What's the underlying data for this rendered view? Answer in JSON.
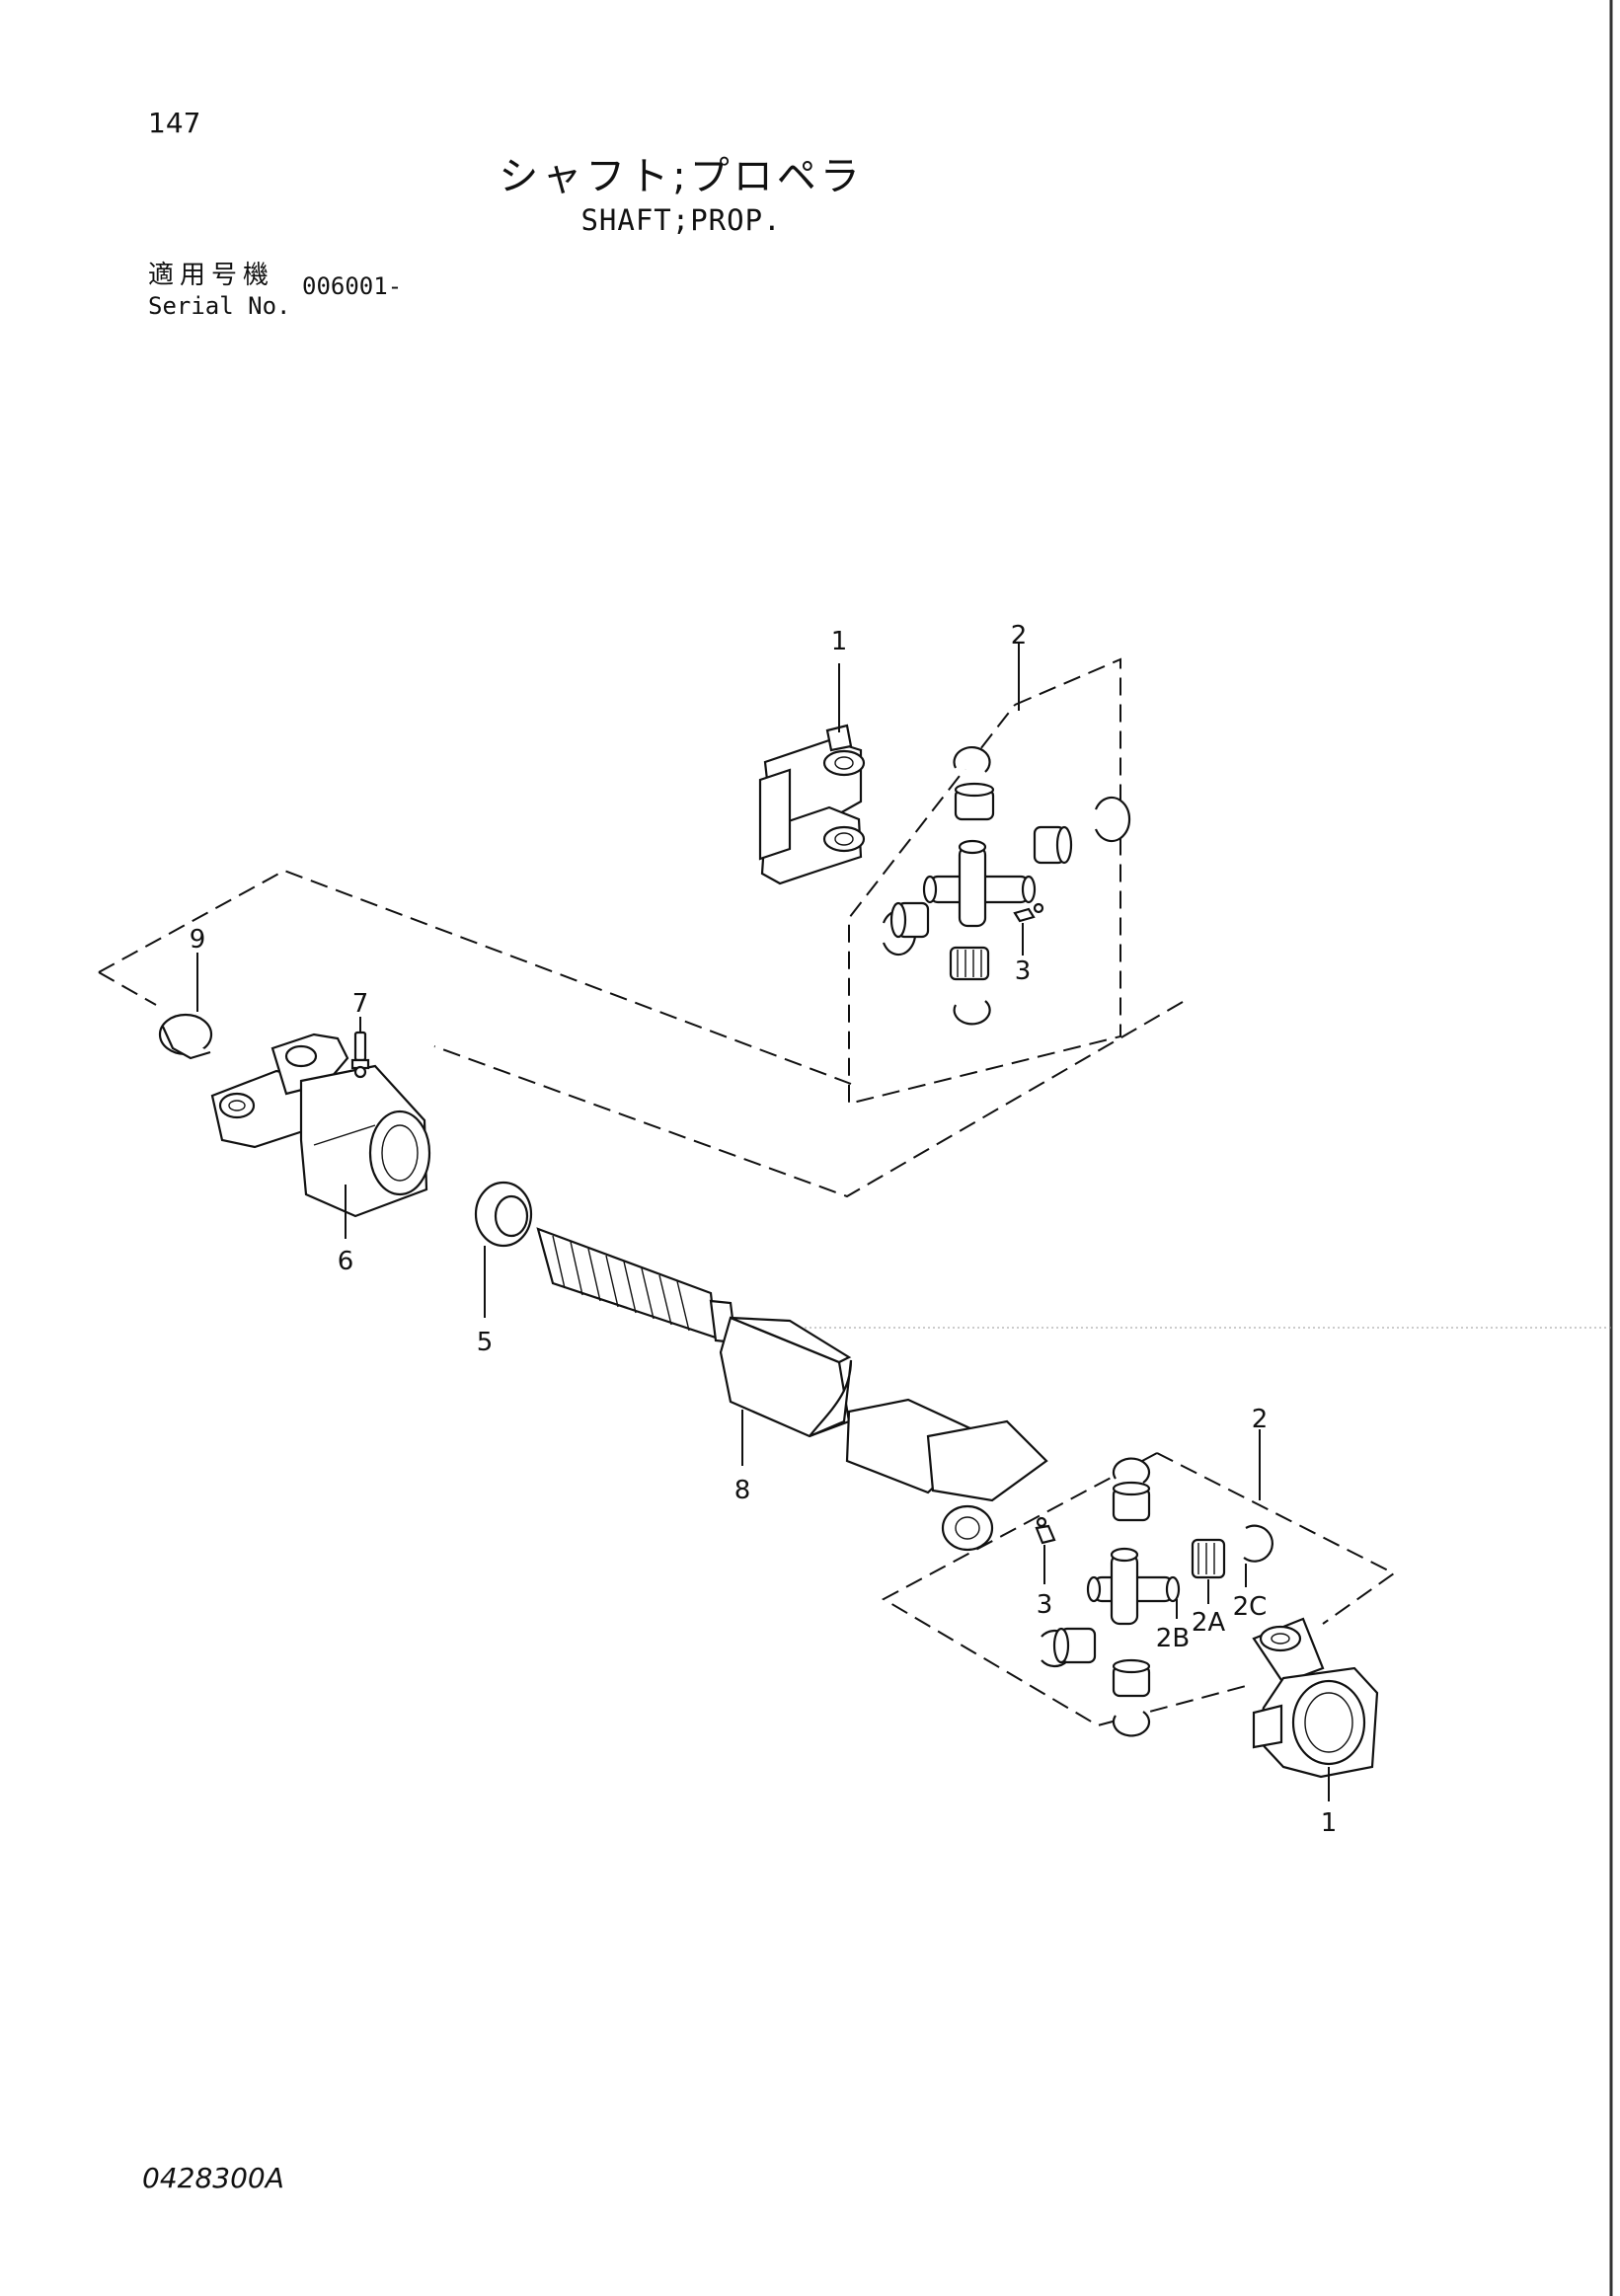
{
  "header": {
    "page_number": "147",
    "title_jp": "シャフト;プロペラ",
    "title_en": "SHAFT;PROP.",
    "serial_label_jp": "適用号機",
    "serial_label_en": "Serial No.",
    "serial_value": "006001-"
  },
  "callouts": {
    "c1_top": "1",
    "c2_top": "2",
    "c3_top": "3",
    "c9": "9",
    "c7": "7",
    "c6": "6",
    "c5": "5",
    "c8": "8",
    "c2_bottom": "2",
    "c3_bottom": "3",
    "c2b": "2B",
    "c2a": "2A",
    "c2c": "2C",
    "c1_bottom": "1"
  },
  "footer": {
    "drawing_code": "0428300A"
  }
}
